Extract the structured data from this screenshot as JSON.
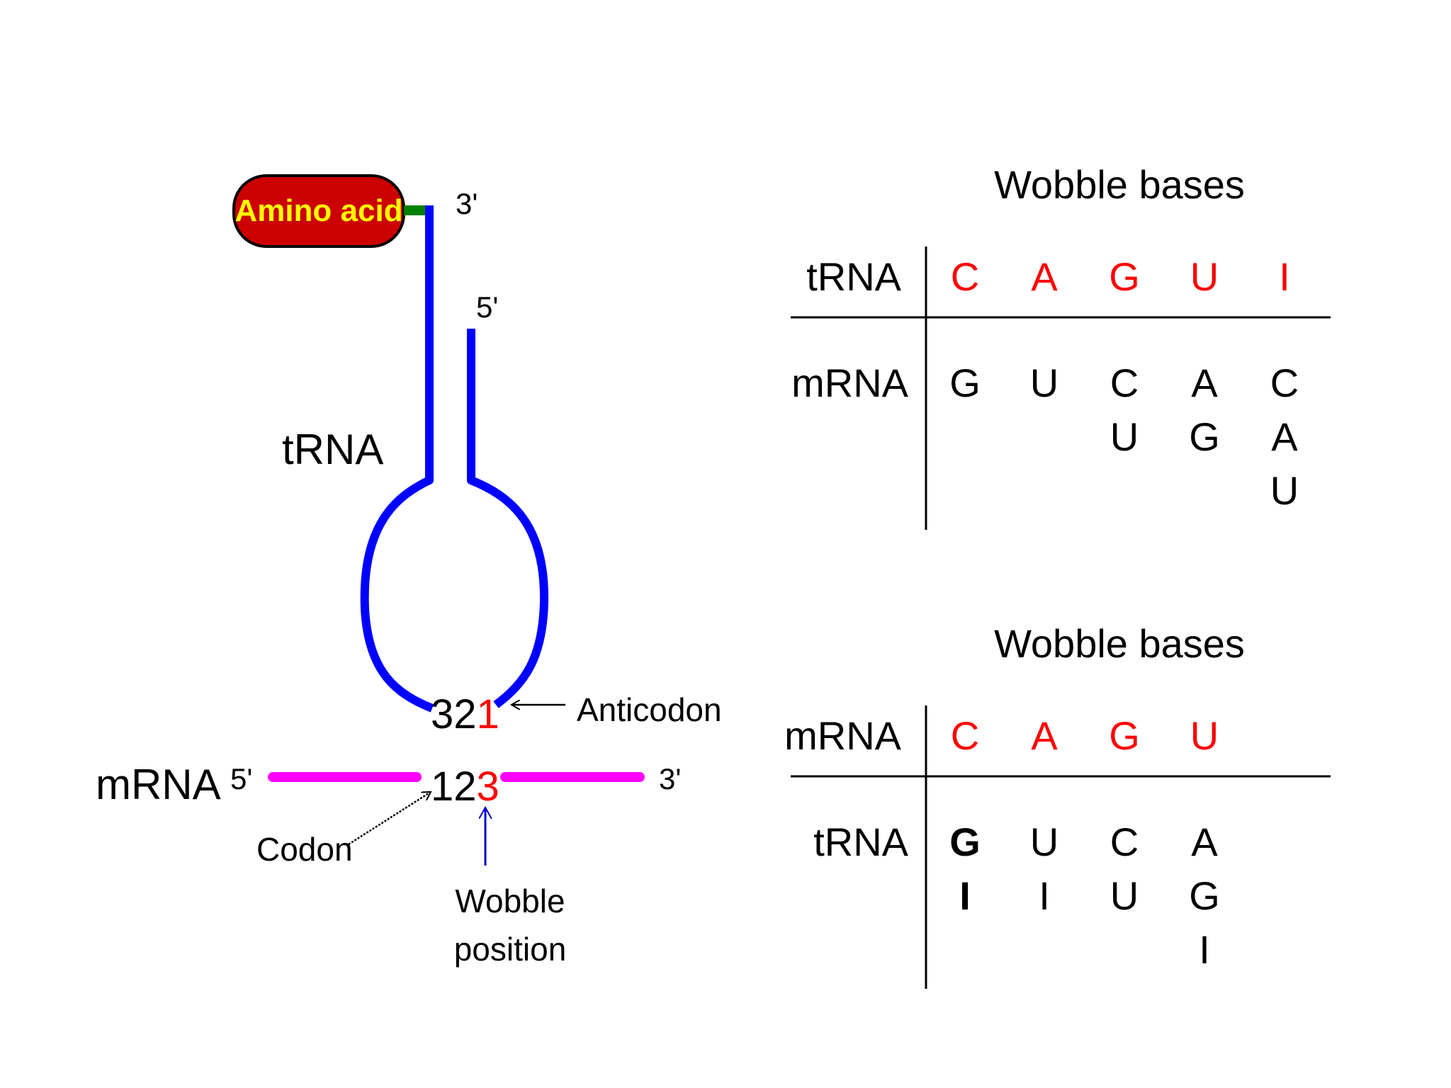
{
  "colors": {
    "trna_strand": "#0000ff",
    "mrna_strand": "#ff00ff",
    "amino_fill": "#cc0000",
    "amino_text": "#ffff00",
    "linker": "#008000",
    "wobble_red": "#ff0000",
    "wobble_arrow": "#0000cc",
    "ink": "#000000"
  },
  "diagram": {
    "amino_acid_label": "Amino acid",
    "trna_3prime": "3'",
    "trna_5prime": "5'",
    "trna_label": "tRNA",
    "anticodon": {
      "plain": "32",
      "wobble": "1"
    },
    "anticodon_label": "Anticodon",
    "mrna_label": "mRNA",
    "mrna_5prime": "5'",
    "mrna_3prime": "3'",
    "codon": {
      "plain": "12",
      "wobble": "3"
    },
    "codon_label": "Codon",
    "wobble_label_line1": "Wobble",
    "wobble_label_line2": "position"
  },
  "tables": [
    {
      "title": "Wobble bases",
      "header_row_label": "tRNA",
      "header_bases": [
        "C",
        "A",
        "G",
        "U",
        "I"
      ],
      "body_row_label": "mRNA",
      "body_columns": [
        [
          "G"
        ],
        [
          "U"
        ],
        [
          "C",
          "U"
        ],
        [
          "A",
          "G"
        ],
        [
          "C",
          "A",
          "U"
        ]
      ]
    },
    {
      "title": "Wobble bases",
      "header_row_label": "mRNA",
      "header_bases": [
        "C",
        "A",
        "G",
        "U"
      ],
      "body_row_label": "tRNA",
      "body_columns": [
        [
          "G",
          "I"
        ],
        [
          "U",
          "I"
        ],
        [
          "C",
          "U"
        ],
        [
          "A",
          "G",
          "I"
        ]
      ]
    }
  ]
}
